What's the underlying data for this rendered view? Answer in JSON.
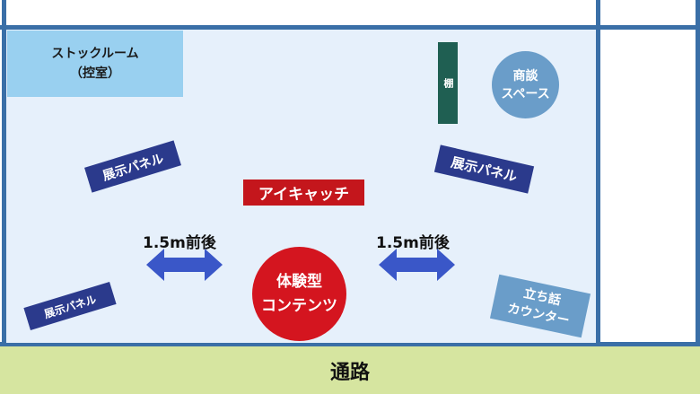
{
  "floor_plan": {
    "stock_room": {
      "line1": "ストックルーム",
      "line2": "（控室）"
    },
    "shelf": "棚",
    "meeting_space": {
      "line1": "商談",
      "line2": "スペース"
    },
    "panels": [
      "展示パネル",
      "展示パネル",
      "展示パネル"
    ],
    "eye_catch": "アイキャッチ",
    "distance_left": "1.5m前後",
    "distance_right": "1.5m前後",
    "experience": {
      "line1": "体験型",
      "line2": "コンテンツ"
    },
    "standing_counter": {
      "line1": "立ち話",
      "line2": "カウンター"
    },
    "aisle": "通路"
  },
  "colors": {
    "wall": "#3a6fa7",
    "booth_floor": "#e6f0fb",
    "panel": "#2b3a8c",
    "accent_red": "#c4161c",
    "aisle": "#d6e5a0",
    "arrow": "#3a57c8"
  }
}
